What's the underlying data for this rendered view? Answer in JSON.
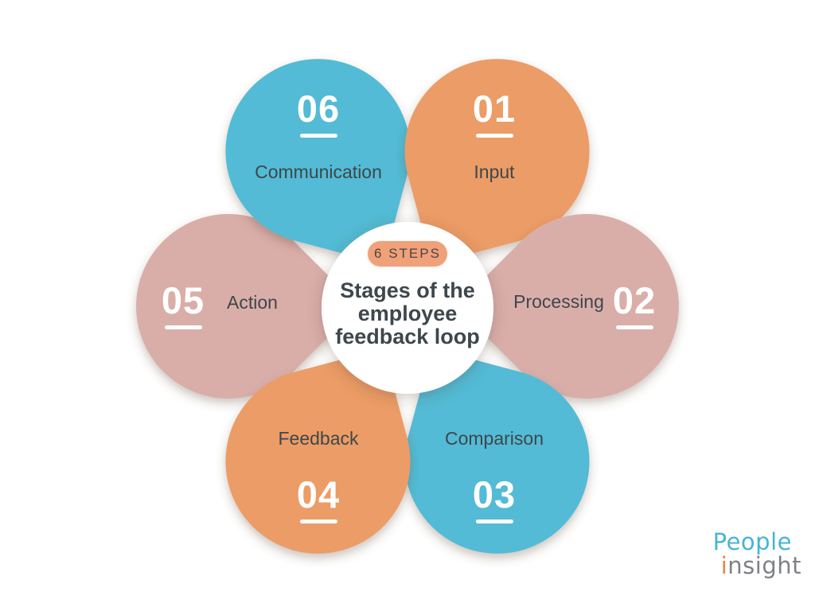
{
  "diagram": {
    "type": "flower-cycle-infographic",
    "background": "#ffffff"
  },
  "center": {
    "badge": "6 STEPS",
    "badge_bg": "#f0a17a",
    "badge_text_color": "#4b4441",
    "title": "Stages of the\nemployee\nfeedback loop",
    "title_color": "#3e474b",
    "circle_color": "#ffffff"
  },
  "petals": [
    {
      "number": "01",
      "label": "Input",
      "color": "#ec9c66",
      "position": "top-right"
    },
    {
      "number": "02",
      "label": "Processing",
      "color": "#d9aea9",
      "position": "right"
    },
    {
      "number": "03",
      "label": "Comparison",
      "color": "#52bbd5",
      "position": "bottom-right"
    },
    {
      "number": "04",
      "label": "Feedback",
      "color": "#ec9c66",
      "position": "bottom-left"
    },
    {
      "number": "05",
      "label": "Action",
      "color": "#d9aea9",
      "position": "left"
    },
    {
      "number": "06",
      "label": "Communication",
      "color": "#52bbd5",
      "position": "top-left"
    }
  ],
  "label_text_color": "#3e474b",
  "number_text_color": "#ffffff",
  "logo": {
    "line1": "People",
    "line2_first": "i",
    "line2_rest": "nsight",
    "line1_color": "#47b5d4",
    "i_color": "#ed8140",
    "rest_color": "#7f8184"
  }
}
